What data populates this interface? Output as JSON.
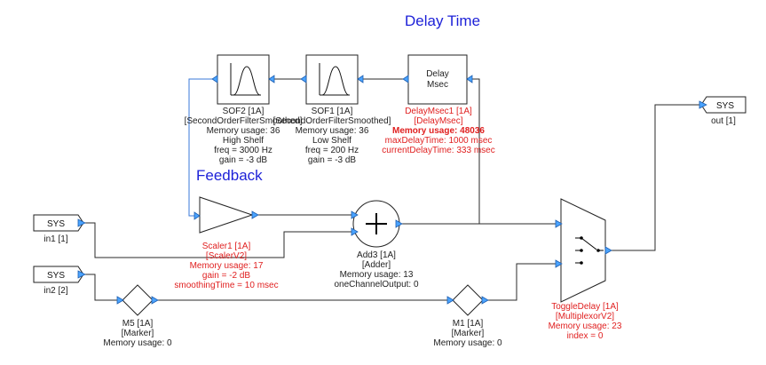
{
  "titles": {
    "delay_time": "Delay Time",
    "feedback": "Feedback"
  },
  "io": {
    "in1": {
      "box": "SYS",
      "label": "in1 [1]"
    },
    "in2": {
      "box": "SYS",
      "label": "in2 [2]"
    },
    "out": {
      "box": "SYS",
      "label": "out [1]"
    }
  },
  "blocks": {
    "sof2": {
      "lines": [
        "SOF2 [1A]",
        "[SecondOrderFilterSmoothed]",
        "Memory usage: 36",
        "High Shelf",
        "freq = 3000 Hz",
        "gain = -3 dB"
      ]
    },
    "sof1": {
      "lines": [
        "SOF1 [1A]",
        "[SecondOrderFilterSmoothed]",
        "Memory usage: 36",
        "Low Shelf",
        "freq = 200 Hz",
        "gain = -3 dB"
      ]
    },
    "delay": {
      "box_lines": [
        "Delay",
        "Msec"
      ],
      "lines": [
        "DelayMsec1 [1A]",
        "[DelayMsec]",
        "Memory usage: 48036",
        "maxDelayTime: 1000 msec",
        "currentDelayTime: 333 msec"
      ]
    },
    "scaler": {
      "lines": [
        "Scaler1 [1A]",
        "[ScalerV2]",
        "Memory usage: 17",
        "gain = -2 dB",
        "smoothingTime = 10 msec"
      ]
    },
    "adder": {
      "lines": [
        "Add3 [1A]",
        "[Adder]",
        "Memory usage: 13",
        "oneChannelOutput: 0"
      ]
    },
    "toggle": {
      "lines": [
        "ToggleDelay [1A]",
        "[MultiplexorV2]",
        "Memory usage: 23",
        "index = 0"
      ]
    },
    "m5": {
      "lines": [
        "M5 [1A]",
        "[Marker]",
        "Memory usage: 0"
      ]
    },
    "m1": {
      "lines": [
        "M1 [1A]",
        "[Marker]",
        "Memory usage: 0"
      ]
    }
  },
  "colors": {
    "title_blue": "#1e22d8",
    "highlight_red": "#e02020",
    "port_blue": "#4aa3ff"
  }
}
